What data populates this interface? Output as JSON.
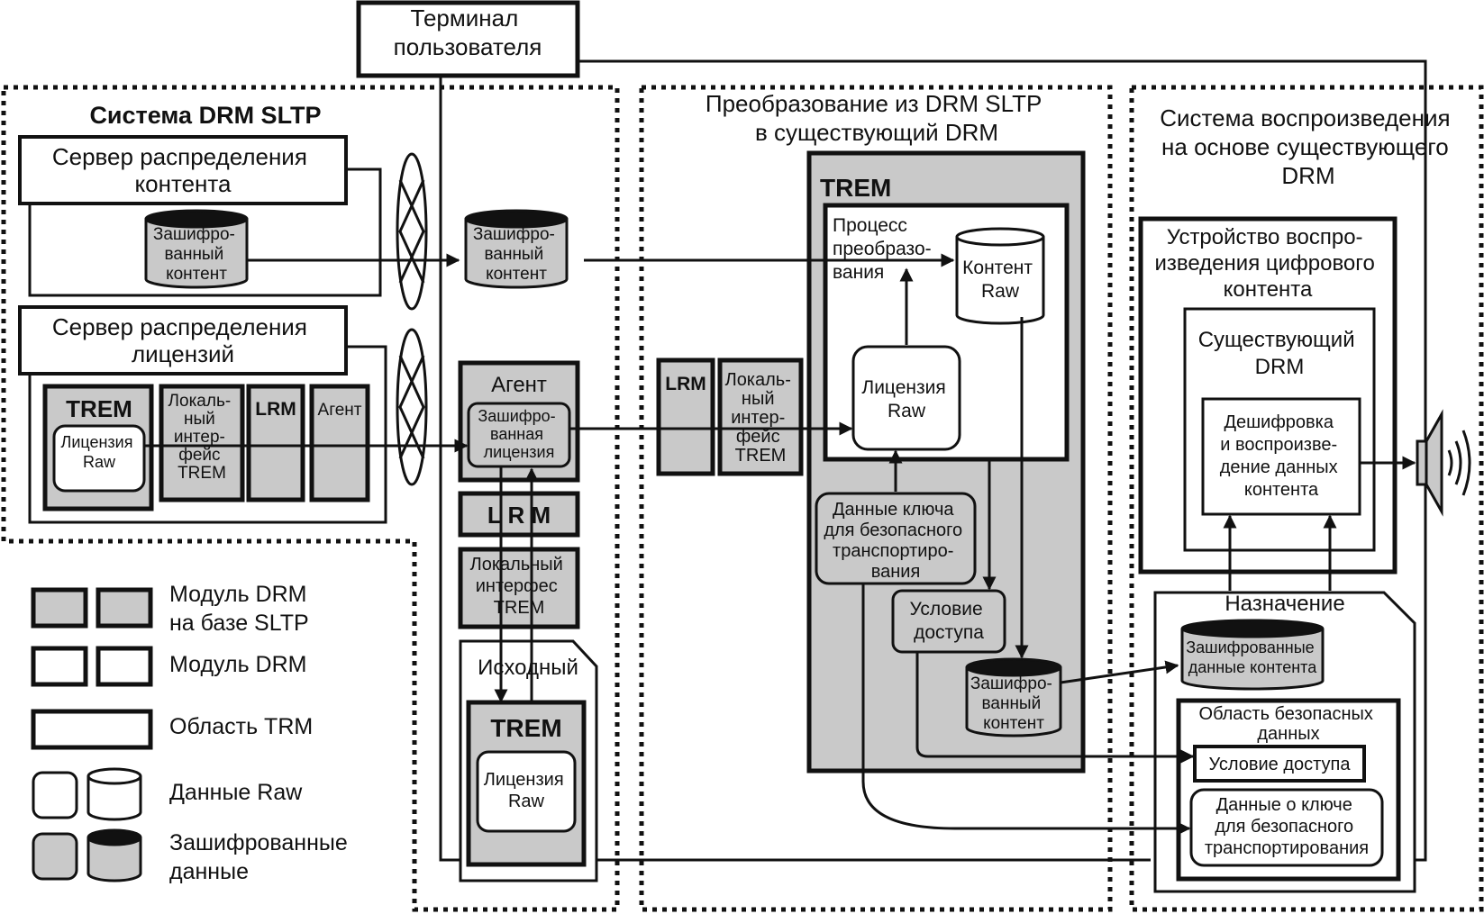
{
  "terminal": {
    "title": [
      "Терминал",
      "пользователя"
    ]
  },
  "sltp": {
    "title": "Система DRM SLTP",
    "content_server": [
      "Сервер распределения",
      "контента"
    ],
    "encrypted_content": [
      "Зашифро-",
      "ванный",
      "контент"
    ],
    "license_server": [
      "Сервер распределения",
      "лицензий"
    ],
    "trem": "TREM",
    "raw_license": [
      "Лицензия",
      "Raw"
    ],
    "local_if": [
      "Локаль-",
      "ный",
      "интер-",
      "фейс",
      "TREM"
    ],
    "lrm": "LRM",
    "agent": "Агент"
  },
  "terminal_col": {
    "encrypted_content": [
      "Зашифро-",
      "ванный",
      "контент"
    ],
    "agent": "Агент",
    "enc_license": [
      "Зашифро-",
      "ванная",
      "лицензия"
    ],
    "lrm": "L R M",
    "local_if": [
      "Локальный",
      "интерфес",
      "TREM"
    ],
    "source": "Исходный",
    "trem": "TREM",
    "raw_license": [
      "Лицензия",
      "Raw"
    ]
  },
  "conversion": {
    "title": [
      "Преобразование из DRM SLTP",
      "в существующий DRM"
    ],
    "lrm": "LRM",
    "local_if": [
      "Локаль-",
      "ный",
      "интер-",
      "фейс",
      "TREM"
    ],
    "trem": "TREM",
    "process": [
      "Процесс",
      "преобразо-",
      "вания"
    ],
    "raw_content": [
      "Контент",
      "Raw"
    ],
    "raw_license": [
      "Лицензия",
      "Raw"
    ],
    "key_data": [
      "Данные ключа",
      "для безопасного",
      "транспортиро-",
      "вания"
    ],
    "access": [
      "Условие",
      "доступа"
    ],
    "encrypted_content": [
      "Зашифро-",
      "ванный",
      "контент"
    ]
  },
  "playback": {
    "title": [
      "Система воспроизведения",
      "на основе существующего",
      "DRM"
    ],
    "device": [
      "Устройство воспро-",
      "изведения цифрового",
      "контента"
    ],
    "existing_drm": [
      "Существующий",
      "DRM"
    ],
    "decrypt": [
      "Дешифровка",
      "и воспроизве-",
      "дение данных",
      "контента"
    ],
    "destination": "Назначение",
    "enc_content_data": [
      "Зашифрованные",
      "данные контента"
    ],
    "secure_area": [
      "Область безопасных",
      "данных"
    ],
    "access": "Условие доступа",
    "key_data": [
      "Данные о ключе",
      "для безопасного",
      "транспортирования"
    ]
  },
  "legend": {
    "sltp_module": [
      "Модуль DRM",
      "на базе SLTP"
    ],
    "drm_module": "Модуль DRM",
    "trm_area": "Область TRM",
    "raw_data": "Данные Raw",
    "encrypted_data": [
      "Зашифрованные",
      "данные"
    ]
  },
  "colors": {
    "shaded": "#c9c9c9",
    "line": "#111111",
    "background": "#ffffff"
  }
}
